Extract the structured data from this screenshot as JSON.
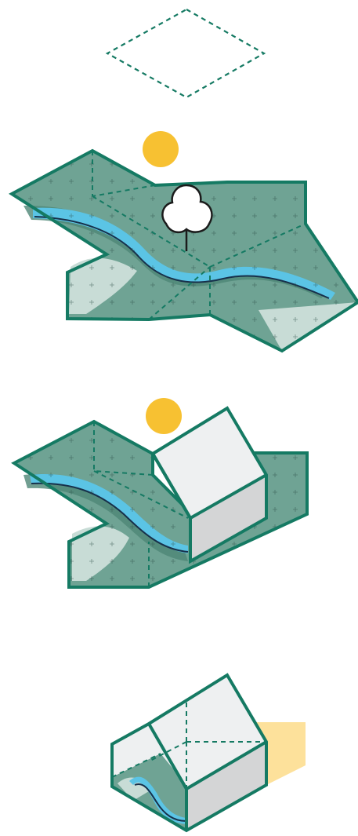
{
  "colors": {
    "frame": "#157a63",
    "land": "#6fa394",
    "land_dark": "#4d8676",
    "land_light": "#c8dcd6",
    "river": "#5bc4e5",
    "river_line": "#17304a",
    "sun": "#f7c132",
    "shadow": "#fde19b",
    "house_front": "#d4d5d6",
    "house_side": "#eef0f1",
    "tree": "#ffffff"
  },
  "panels": [
    {
      "name": "empty-site"
    },
    {
      "name": "landscape-with-tree"
    },
    {
      "name": "landscape-with-house"
    },
    {
      "name": "house-with-shadow"
    }
  ]
}
